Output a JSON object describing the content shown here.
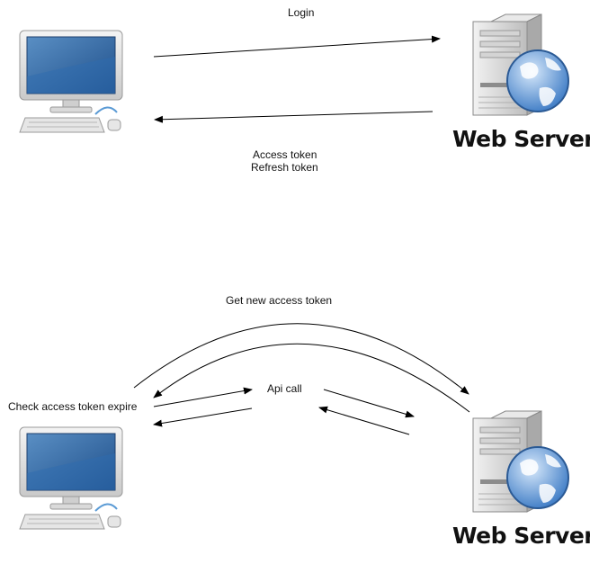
{
  "login_label": "Login",
  "tokens_label": [
    "Access token",
    "Refresh token"
  ],
  "refresh_label": "Get new access token",
  "api_call_label": "Api call",
  "check_label": "Check access token expire",
  "server_label": "Web Server",
  "icons": [
    "desktop-computer-icon",
    "web-server-icon"
  ]
}
